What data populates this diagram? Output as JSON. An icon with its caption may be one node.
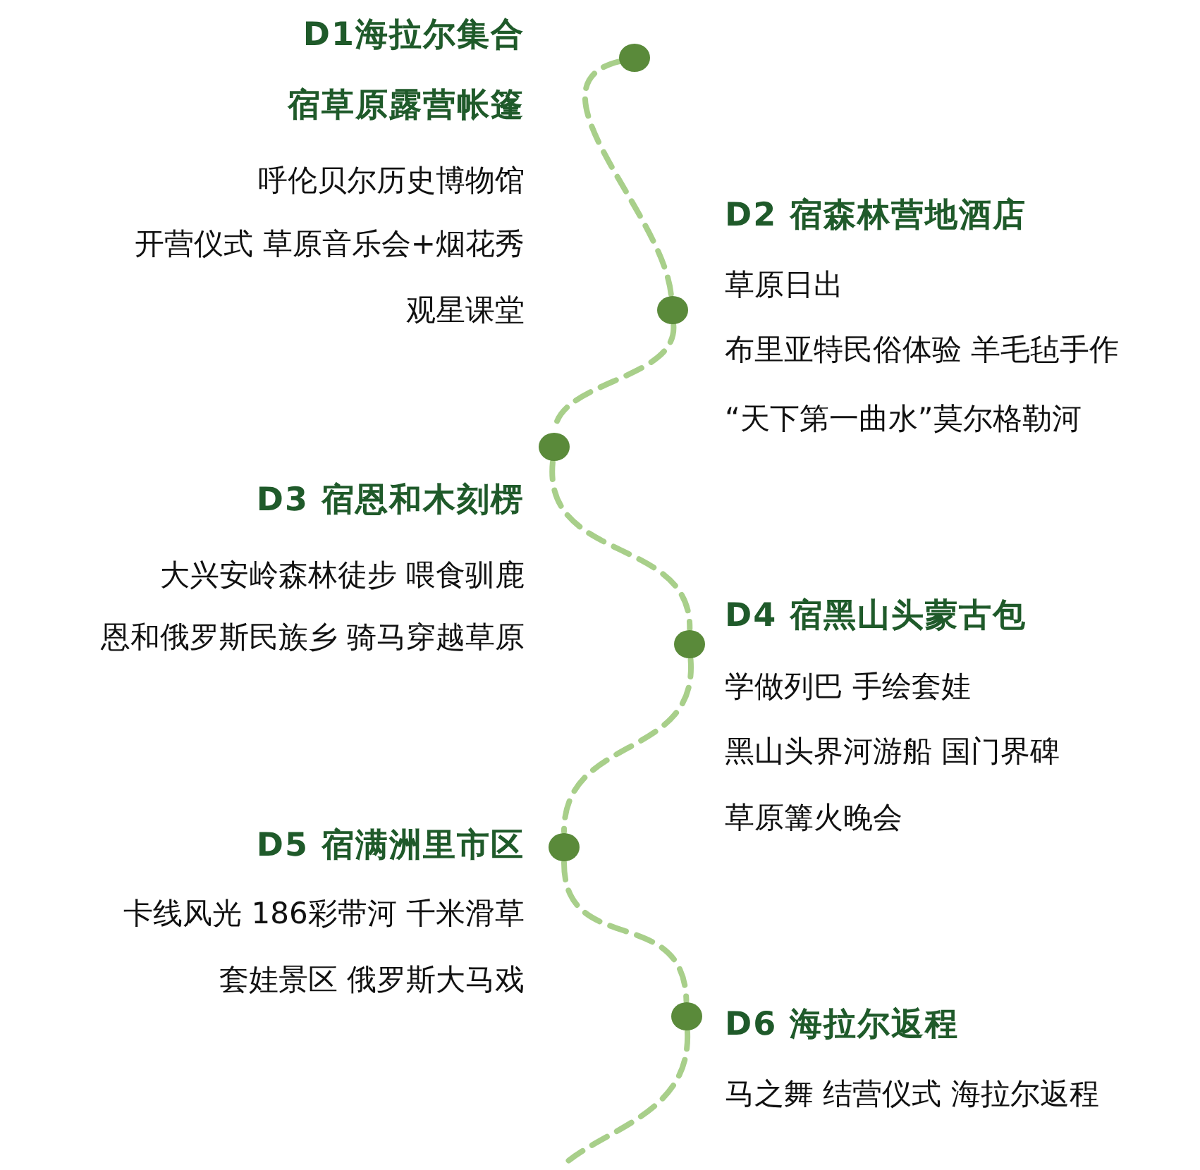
{
  "diagram": {
    "nodes": [
      {
        "text": [],
        "shape": "circle",
        "beside": [
          "D1海拉尔集合",
          "宿草原露营帐篷",
          "呼伦贝尔历史博物馆",
          "开营仪式 草原音乐会+烟花秀",
          "观星课堂"
        ]
      },
      {
        "text": [],
        "shape": "circle",
        "beside": [
          "D2 宿森林营地酒店",
          "草原日出",
          "布里亚特民俗体验 羊毛毡手作",
          "“天下第一曲水”莫尔格勒河"
        ]
      },
      {
        "text": [],
        "shape": "circle",
        "beside": [
          "D3 宿恩和木刻楞",
          "大兴安岭森林徒步 喂食驯鹿",
          "恩和俄罗斯民族乡 骑马穿越草原"
        ]
      },
      {
        "text": [],
        "shape": "circle",
        "beside": [
          "D4 宿黑山头蒙古包",
          "学做列巴 手绘套娃",
          "黑山头界河游船 国门界碑",
          "草原篝火晚会"
        ]
      },
      {
        "text": [],
        "shape": "circle",
        "beside": [
          "D5 宿满洲里市区",
          "卡线风光 186彩带河 千米滑草",
          "套娃景区 俄罗斯大马戏"
        ]
      },
      {
        "text": [],
        "shape": "circle",
        "beside": [
          "D6 海拉尔返程",
          "马之舞 结营仪式 海拉尔返程"
        ]
      }
    ],
    "edges": [
      {
        "from": 0,
        "to": 1,
        "arrow": "none",
        "style": "dashed"
      },
      {
        "from": 1,
        "to": 2,
        "arrow": "none",
        "style": "dashed"
      },
      {
        "from": 2,
        "to": 3,
        "arrow": "none",
        "style": "dashed"
      },
      {
        "from": 3,
        "to": 4,
        "arrow": "none",
        "style": "dashed"
      },
      {
        "from": 4,
        "to": 5,
        "arrow": "none",
        "style": "dashed"
      },
      {
        "from": 5,
        "to": null,
        "arrow": "none",
        "style": "dashed"
      }
    ]
  }
}
